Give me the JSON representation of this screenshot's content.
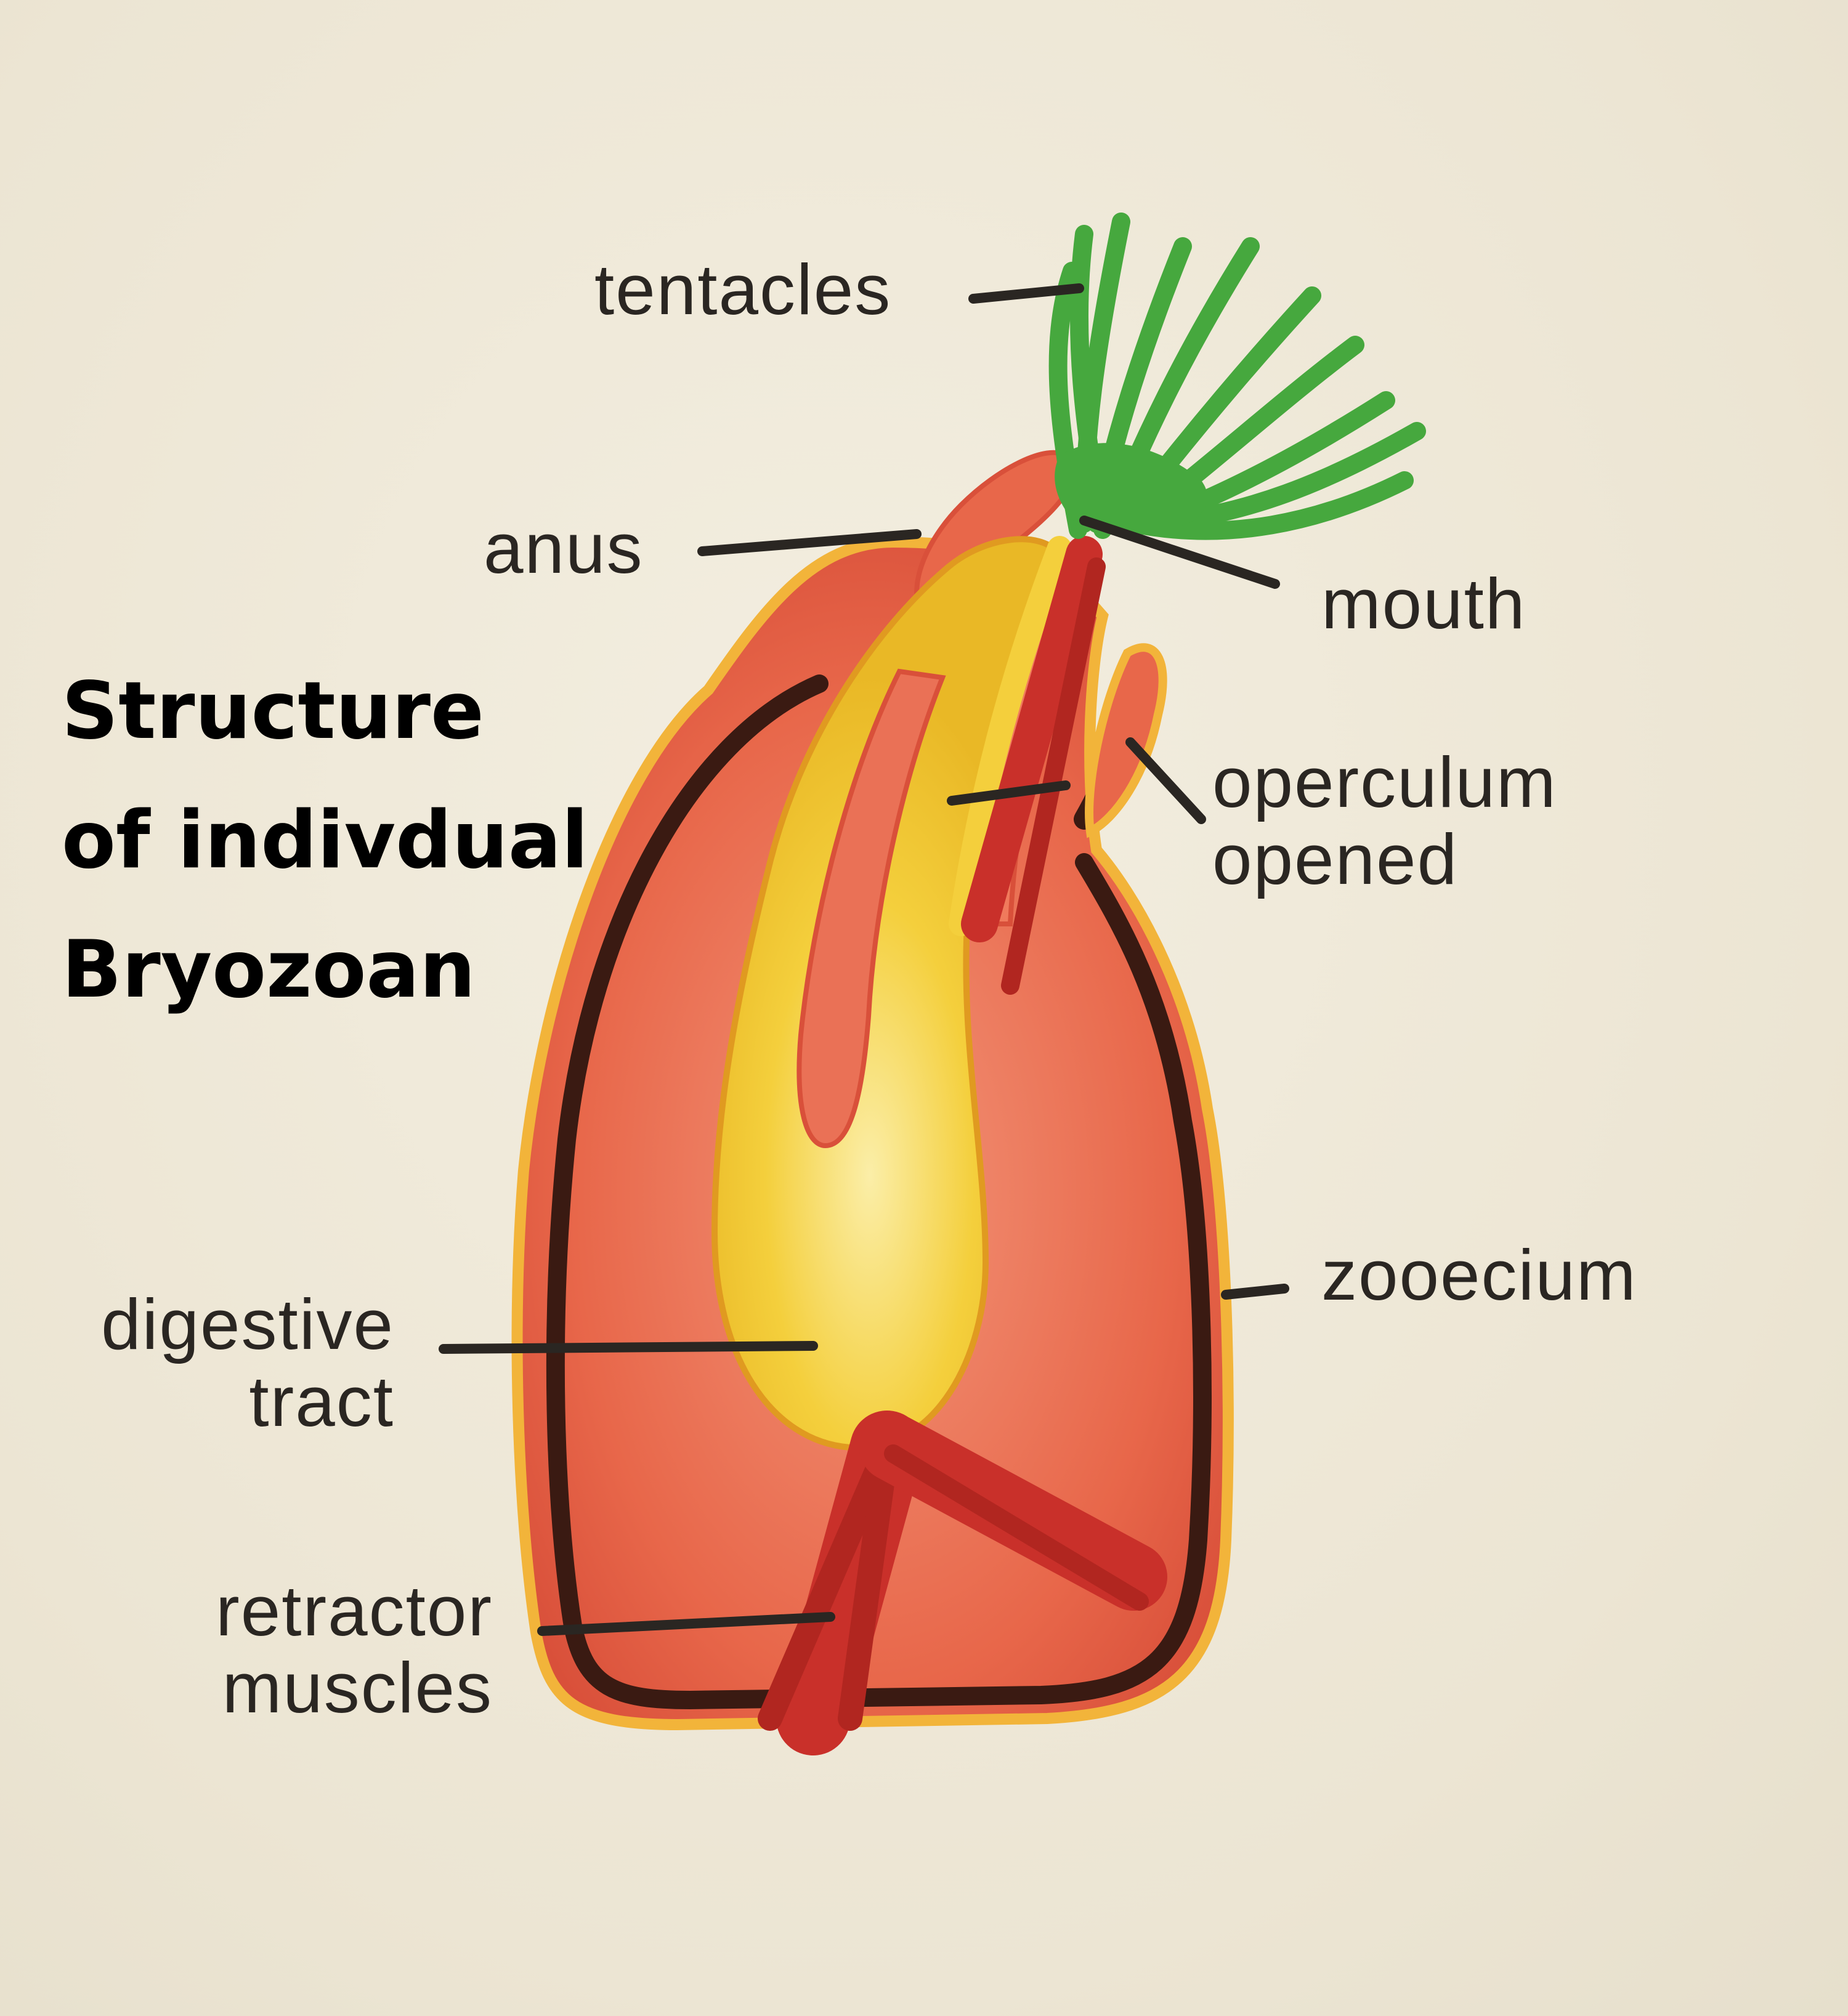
{
  "title": {
    "line1": "Structure",
    "line2": "of indivdual",
    "line3": "Bryozoan"
  },
  "labels": {
    "tentacles": "tentacles",
    "anus": "anus",
    "mouth": "mouth",
    "operculum_line1": "operculum",
    "operculum_line2": "opened",
    "zooecium": "zooecium",
    "digestive_line1": "digestive",
    "digestive_line2": "tract",
    "retractor_line1": "retractor",
    "retractor_line2": "muscles"
  },
  "colors": {
    "wall": "#3a1a12",
    "body": "#e8674a",
    "body_light": "#f08a6a",
    "gut": "#f2c531",
    "gut_light": "#f8e07a",
    "muscle": "#c9302a",
    "tentacle": "#46a83e",
    "leader": "#2a2622"
  }
}
